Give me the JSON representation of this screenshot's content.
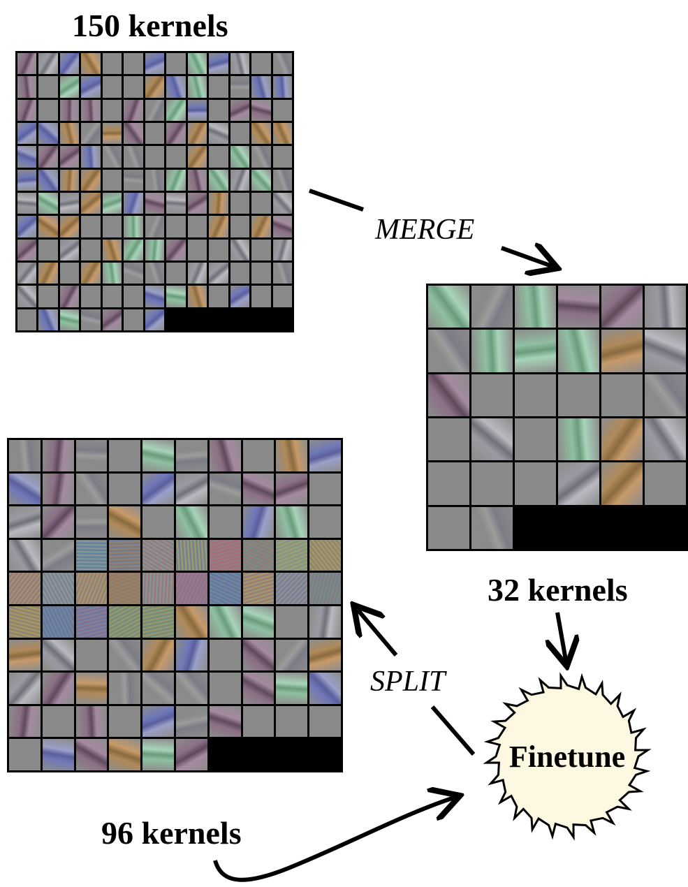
{
  "labels": {
    "top_count": "150 kernels",
    "mid_count": "32 kernels",
    "bottom_count": "96 kernels",
    "merge": "MERGE",
    "split": "SPLIT",
    "finetune": "Finetune"
  },
  "grids": {
    "large_150": {
      "cols": 13,
      "rows": 12,
      "kernel_count": 150
    },
    "small_32": {
      "cols": 6,
      "rows": 6,
      "kernel_count": 32
    },
    "medium_96": {
      "cols": 10,
      "rows": 10,
      "kernel_count": 96,
      "noisy_kernels": 23
    }
  },
  "colors": {
    "background": "#ffffff",
    "grid_border": "#000000",
    "finetune_fill": "#fdf8e1",
    "stroke": "#000000"
  }
}
